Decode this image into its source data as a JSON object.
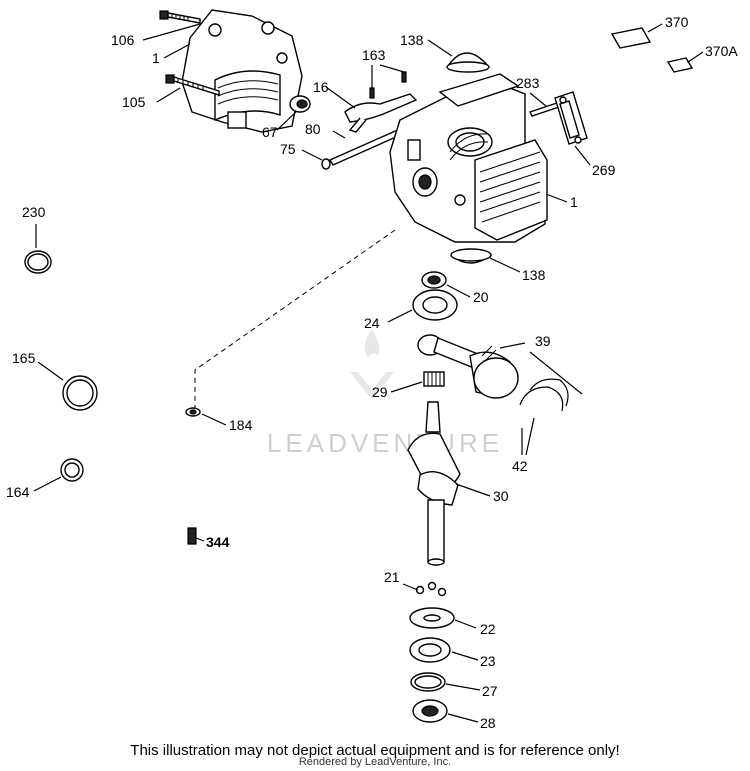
{
  "callouts": {
    "c106": "106",
    "c1a": "1",
    "c105": "105",
    "c67": "67",
    "c16": "16",
    "c163": "163",
    "c80": "80",
    "c75": "75",
    "c138a": "138",
    "c283": "283",
    "c370": "370",
    "c370a": "370A",
    "c269": "269",
    "c1b": "1",
    "c138b": "138",
    "c230": "230",
    "c20": "20",
    "c24": "24",
    "c39": "39",
    "c165": "165",
    "c29": "29",
    "c184": "184",
    "c42": "42",
    "c164": "164",
    "c30": "30",
    "c344": "344",
    "c21": "21",
    "c22": "22",
    "c23": "23",
    "c27": "27",
    "c28": "28"
  },
  "watermark": {
    "brand": "LEADVENTURE"
  },
  "footer": {
    "disclaimer": "This illustration may not depict actual equipment and is for reference only!",
    "rendered_by": "Rendered by LeadVenture, Inc."
  }
}
